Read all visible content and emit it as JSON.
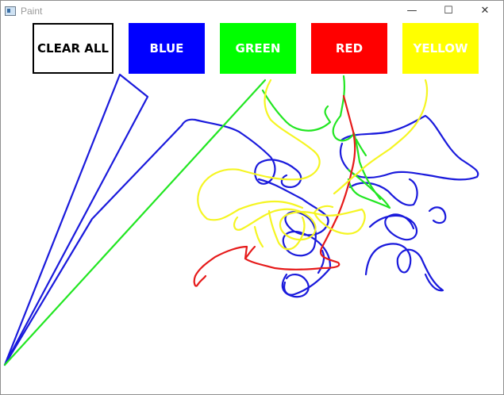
{
  "window": {
    "title": "Paint",
    "controls": {
      "minimize": "—",
      "maximize": "☐",
      "close": "✕"
    }
  },
  "toolbar": {
    "clear": {
      "label": "CLEAR ALL",
      "bg": "#ffffff",
      "fg": "#000000",
      "border": "#000000"
    },
    "blue": {
      "label": "BLUE",
      "bg": "#0000ff",
      "fg": "#ffffff"
    },
    "green": {
      "label": "GREEN",
      "bg": "#00ff00",
      "fg": "#ffffff"
    },
    "red": {
      "label": "RED",
      "bg": "#ff0000",
      "fg": "#ffffff"
    },
    "yellow": {
      "label": "YELLOW",
      "bg": "#ffff00",
      "fg": "#ffffff"
    }
  },
  "stroke_colors": {
    "blue": "#1a1adc",
    "green": "#22e622",
    "red": "#e61a1a",
    "yellow": "#f5f522"
  }
}
